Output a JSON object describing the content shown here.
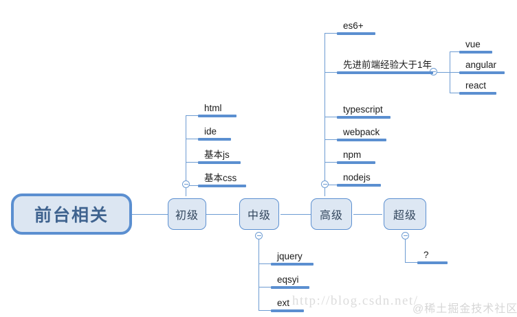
{
  "diagram": {
    "type": "mindmap",
    "root": {
      "label": "前台相关"
    },
    "levels": [
      {
        "key": "junior",
        "label": "初级"
      },
      {
        "key": "middle",
        "label": "中级"
      },
      {
        "key": "senior",
        "label": "高级"
      },
      {
        "key": "superior",
        "label": "超级"
      }
    ],
    "branches": {
      "junior": {
        "items": [
          "html",
          "ide",
          "基本js",
          "基本css"
        ]
      },
      "middle": {
        "items": [
          "jquery",
          "eqsyi",
          "ext"
        ]
      },
      "senior": {
        "items": [
          "es6+",
          "先进前端经验大于1年",
          "typescript",
          "webpack",
          "npm",
          "nodejs"
        ]
      },
      "frameworks": {
        "items": [
          "vue",
          "angular",
          "react"
        ]
      },
      "superior": {
        "items": [
          "?"
        ]
      }
    }
  },
  "icons": {
    "collapse": "collapse-toggle-icon"
  },
  "watermarks": {
    "url": "http://blog.csdn.net/",
    "brand": "@稀土掘金技术社区"
  },
  "colors": {
    "line": "#6c9bd2",
    "node_fill": "#dde7f3",
    "node_border": "#5b8fd0",
    "root_text": "#3f638f",
    "leaf_text": "#1b1b1b",
    "bar": "#5b8fd0",
    "background": "#ffffff"
  }
}
